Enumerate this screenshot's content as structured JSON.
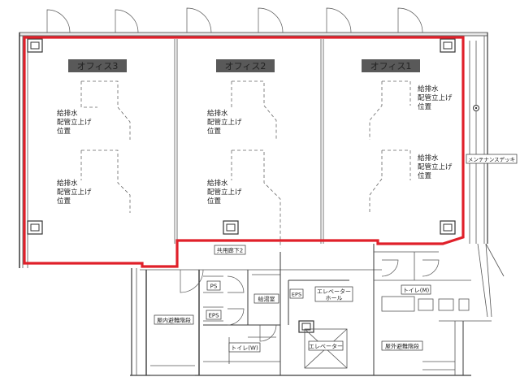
{
  "offices": [
    {
      "id": "office3",
      "label": "オフィス3"
    },
    {
      "id": "office2",
      "label": "オフィス2"
    },
    {
      "id": "office1",
      "label": "オフィス1"
    }
  ],
  "pipe_label": [
    "給排水",
    "配管立上げ",
    "位置"
  ],
  "rooms": {
    "common_corridor": "共用廊下2",
    "ps": "PS",
    "eps_left": "EPS",
    "eps_center": "EPS",
    "kitchenette": "給湯室",
    "elevator_hall": [
      "エレベーター",
      "ホール"
    ],
    "elevator": "エレベーター",
    "toilet_w": "トイレ(W)",
    "toilet_m": "トイレ(M)",
    "indoor_stairs": "屋内避難階段",
    "outdoor_stairs": "屋外避難階段",
    "maintenance_deck": "メンテナンスデッキ"
  },
  "colors": {
    "highlight": "#e0202a",
    "office_label_bg": "#595959",
    "office_label_text": "#ffffff"
  }
}
